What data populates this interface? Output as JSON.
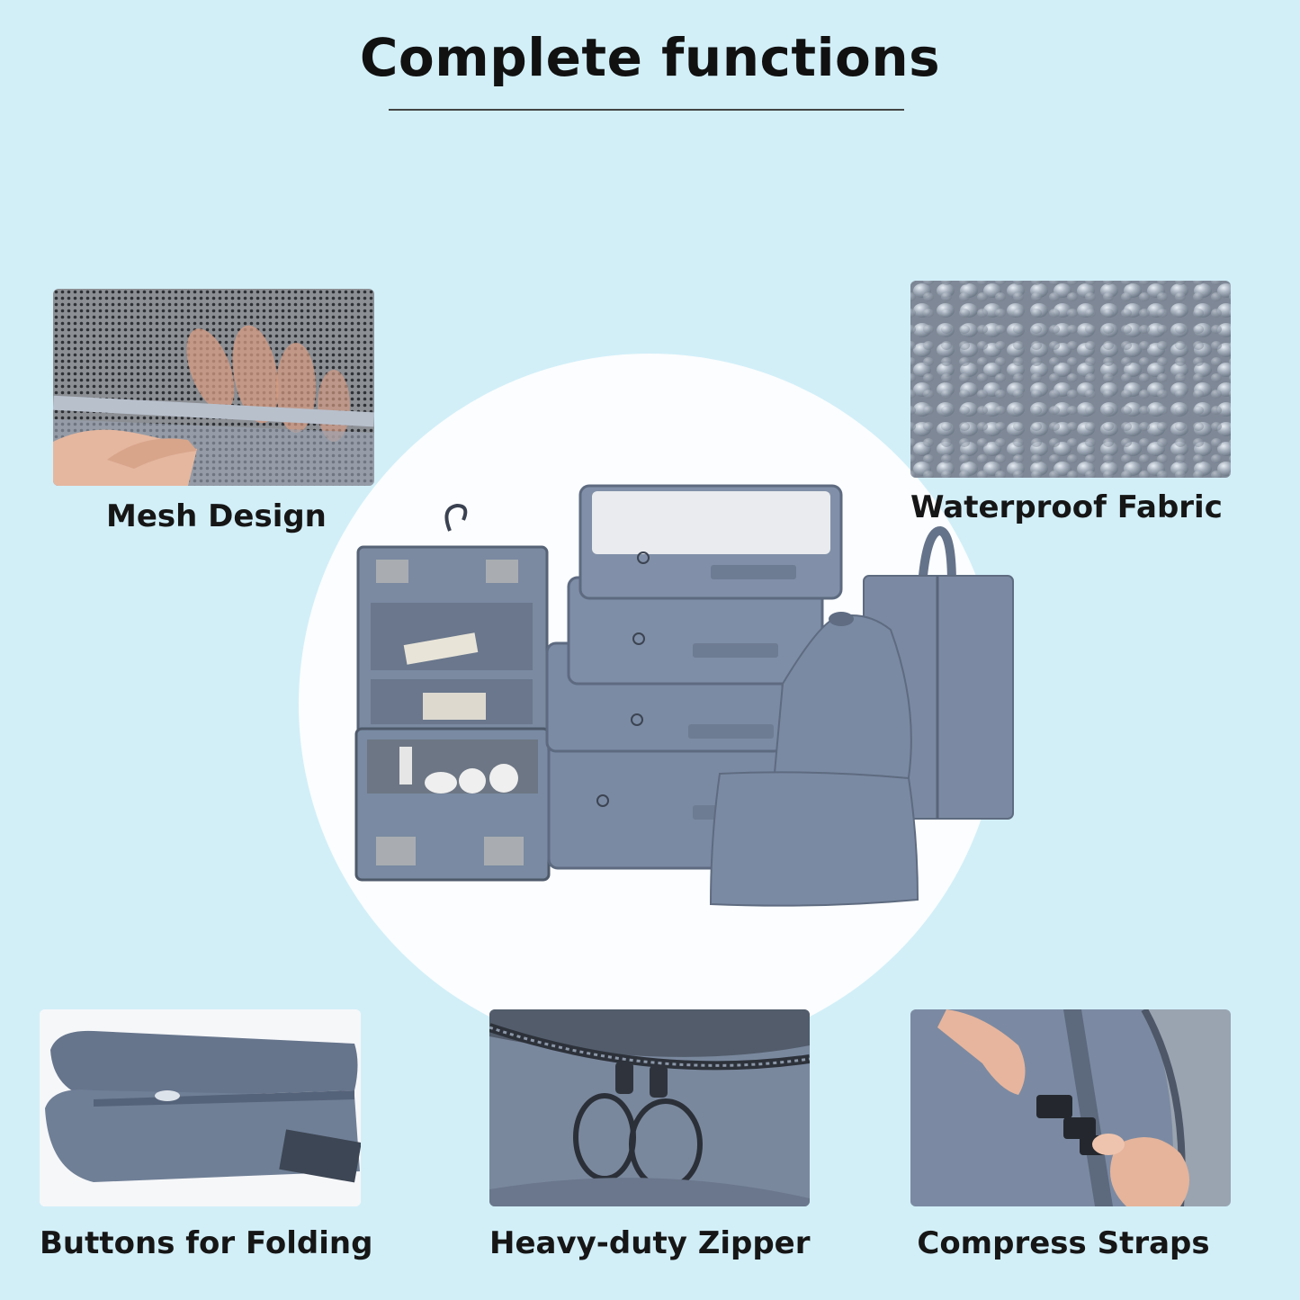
{
  "title": "Complete functions",
  "features": {
    "mesh": "Mesh Design",
    "waterproof": "Waterproof Fabric",
    "folding": "Buttons for Folding",
    "zipper": "Heavy-duty Zipper",
    "straps": "Compress Straps"
  },
  "colors": {
    "background": "#d2eff8",
    "product": "#7d8ca3",
    "product_dark": "#5e6c82"
  }
}
